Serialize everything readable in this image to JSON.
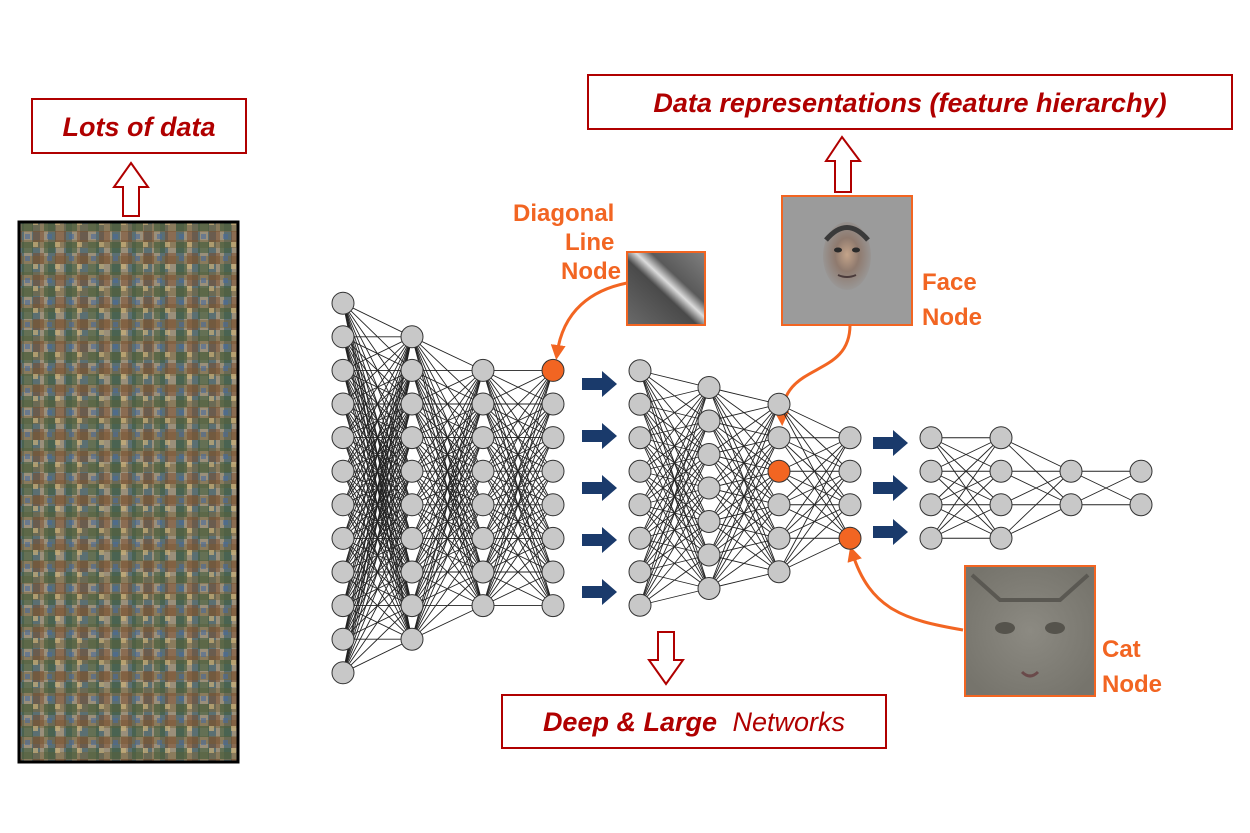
{
  "labels": {
    "lots_of_data": "Lots of data",
    "data_representations": "Data representations (feature hierarchy)",
    "deep_large_bold": "Deep & Large",
    "networks": "Networks",
    "diagonal_line": "Diagonal",
    "diagonal_line_2": "Line",
    "diagonal_line_3": "Node",
    "face": "Face",
    "face_2": "Node",
    "cat": "Cat",
    "cat_2": "Node"
  },
  "colors": {
    "title_red": "#b00000",
    "highlight_orange": "#f26522",
    "node_gray": "#c8c8c8",
    "arrow_navy": "#1a3a6b"
  },
  "networks": [
    {
      "layers": [
        12,
        10,
        8,
        8
      ],
      "highlight": [
        [
          3,
          0
        ]
      ]
    },
    {
      "layers": [
        8,
        7,
        6,
        4
      ],
      "highlight": [
        [
          2,
          2
        ],
        [
          3,
          3
        ]
      ]
    },
    {
      "layers": [
        4,
        4,
        2,
        2
      ],
      "highlight": []
    }
  ],
  "icons": {
    "up_arrow_left": "hollow-up-arrow-icon",
    "up_arrow_right": "hollow-up-arrow-icon",
    "down_arrow": "hollow-down-arrow-icon",
    "flow_arrow": "navy-right-arrow-icon"
  }
}
